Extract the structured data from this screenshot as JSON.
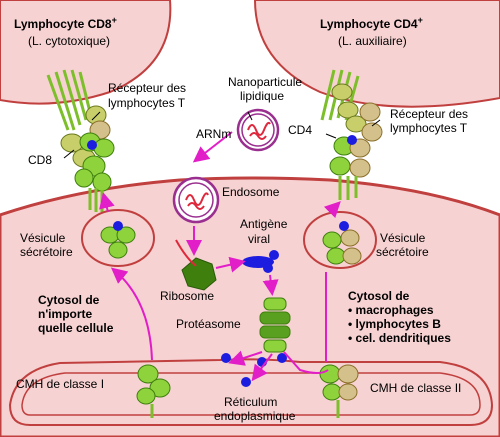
{
  "cells": {
    "cd8_title": "Lymphocyte CD8",
    "cd8_sup": "+",
    "cd8_sub": "(L. cytotoxique)",
    "cd4_title": "Lymphocyte CD4",
    "cd4_sup": "+",
    "cd4_sub": "(L. auxiliaire)"
  },
  "labels": {
    "tcr_left_1": "Récepteur des",
    "tcr_left_2": "lymphocytes T",
    "tcr_right_1": "Récepteur des",
    "tcr_right_2": "lymphocytes T",
    "nano_1": "Nanoparticule",
    "nano_2": "lipidique",
    "arnm": "ARNm",
    "cd8": "CD8",
    "cd4": "CD4",
    "endosome": "Endosome",
    "antigene_1": "Antigène",
    "antigene_2": "viral",
    "ribosome": "Ribosome",
    "proteasome": "Protéasome",
    "vesicule_left_1": "Vésicule",
    "vesicule_left_2": "sécrétoire",
    "vesicule_right_1": "Vésicule",
    "vesicule_right_2": "sécrétoire",
    "cytosol_left": [
      "Cytosol de",
      "n'importe",
      "quelle cellule"
    ],
    "cytosol_right": [
      "Cytosol de",
      "• macrophages",
      "• lymphocytes B",
      "• cel. dendritiques"
    ],
    "cmh1": "CMH de classe I",
    "cmh2": "CMH de classe II",
    "reticulum_1": "Réticulum",
    "reticulum_2": "endoplasmique"
  },
  "colors": {
    "cell_fill": "#f7d2d2",
    "membrane": "#c0403f",
    "arrow": "#e21ec8",
    "green_mhc": "#8ed33c",
    "green_dark": "#3f7f0e",
    "tcr_olive": "#c8cf6a",
    "tcr_tan": "#d4c08a",
    "antigen": "#1d1de0",
    "nano_purple": "#9a2f8f"
  }
}
